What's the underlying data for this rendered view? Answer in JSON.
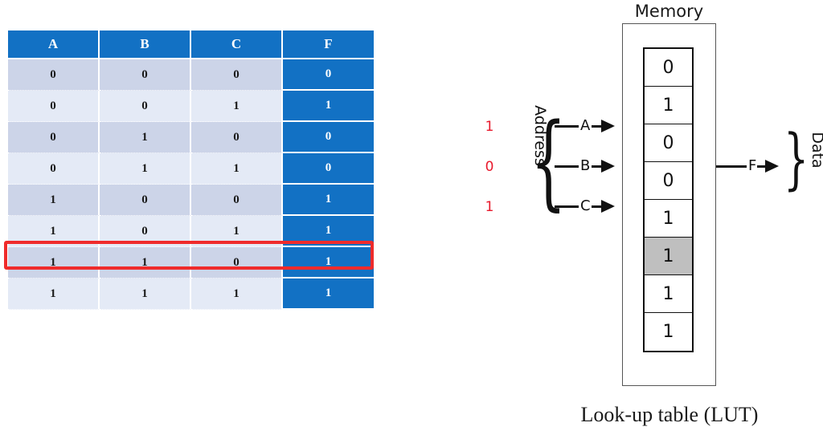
{
  "truth_table": {
    "columns": [
      "A",
      "B",
      "C",
      "F"
    ],
    "rows": [
      [
        "0",
        "0",
        "0",
        "0"
      ],
      [
        "0",
        "0",
        "1",
        "1"
      ],
      [
        "0",
        "1",
        "0",
        "0"
      ],
      [
        "0",
        "1",
        "1",
        "0"
      ],
      [
        "1",
        "0",
        "0",
        "1"
      ],
      [
        "1",
        "0",
        "1",
        "1"
      ],
      [
        "1",
        "1",
        "0",
        "1"
      ],
      [
        "1",
        "1",
        "1",
        "1"
      ]
    ],
    "highlighted_row_index": 5,
    "header_color": "#1271c4",
    "f_column_color": "#1271c4",
    "row_odd_color": "#ccd4e8",
    "row_even_color": "#e4eaf6",
    "highlight_border_color": "#ef2b2b"
  },
  "diagram": {
    "memory_title": "Memory",
    "memory_cells": [
      "0",
      "1",
      "0",
      "0",
      "1",
      "1",
      "1",
      "1"
    ],
    "highlighted_cell_index": 5,
    "highlight_cell_color": "#bfbfbf",
    "address_bits": [
      "1",
      "0",
      "1"
    ],
    "address_bit_color": "#e8192c",
    "address_label": "Address",
    "address_brace": "{",
    "address_signals": [
      "A",
      "B",
      "C"
    ],
    "data_signal": "F",
    "data_brace": "}",
    "data_label": "Data",
    "caption": "Look-up table (LUT)"
  }
}
